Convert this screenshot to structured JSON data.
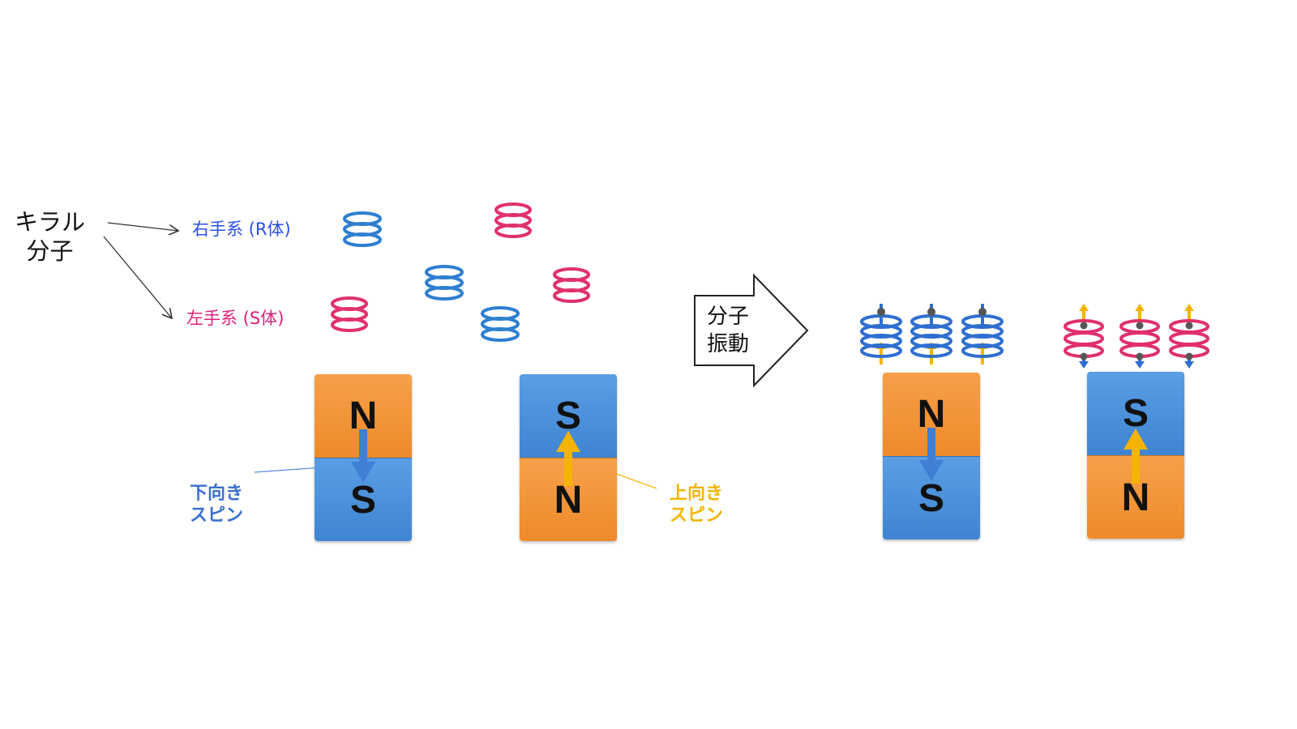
{
  "chiral": {
    "line1": "キラル",
    "line2": "分子"
  },
  "right_handed": "右手系 (R体)",
  "left_handed": "左手系 (S体)",
  "vibration": {
    "line1": "分子",
    "line2": "振動"
  },
  "spin_down": {
    "line1": "下向き",
    "line2": "スピン"
  },
  "spin_up": {
    "line1": "上向き",
    "line2": "スピン"
  },
  "magnets": [
    {
      "top": "N",
      "bottom": "S",
      "spin": "down"
    },
    {
      "top": "S",
      "bottom": "N",
      "spin": "up"
    },
    {
      "top": "N",
      "bottom": "S",
      "spin": "down"
    },
    {
      "top": "S",
      "bottom": "N",
      "spin": "up"
    }
  ],
  "colors": {
    "orange": "#ee8a2a",
    "blue": "#3f84d2",
    "r_helix": "#2f7fd0",
    "s_helix": "#e0306f",
    "r_label": "#2a4ff0",
    "s_label": "#e0207a",
    "spin_down_label": "#3a70d0",
    "spin_up_label": "#f5b400"
  }
}
